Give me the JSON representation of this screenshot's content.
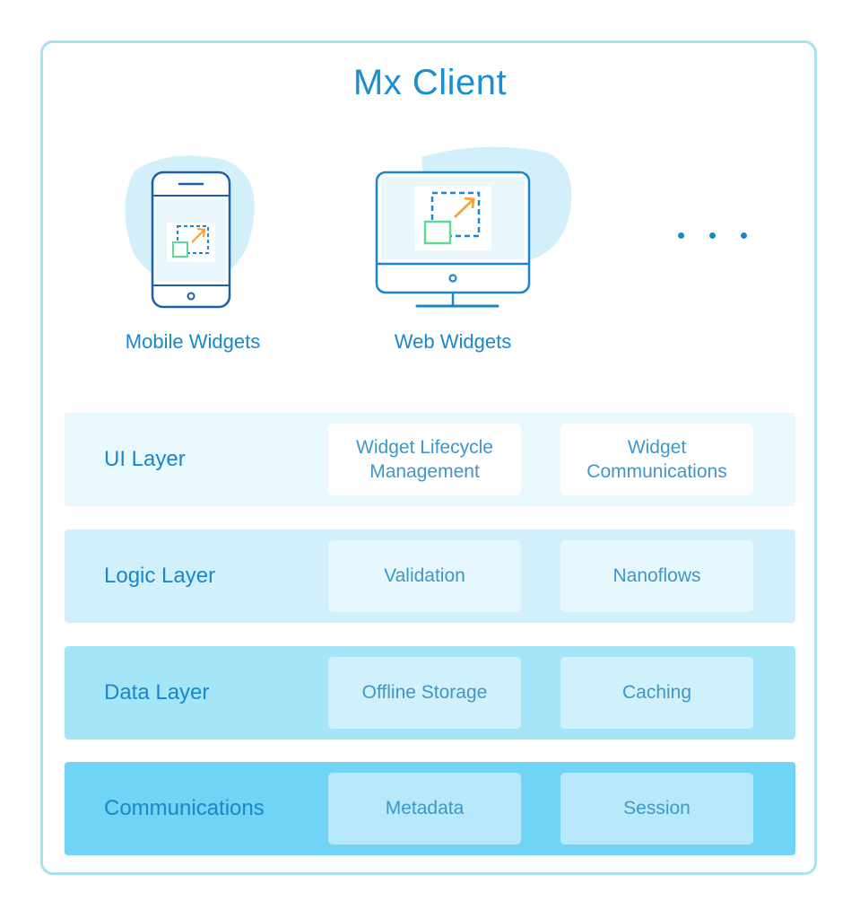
{
  "title": "Mx Client",
  "clients": [
    {
      "label": "Mobile Widgets",
      "icon": "mobile-phone-icon"
    },
    {
      "label": "Web Widgets",
      "icon": "desktop-monitor-icon"
    },
    {
      "label": "",
      "icon": "ellipsis-icon"
    }
  ],
  "colors": {
    "accent": "#1a86cc",
    "frame_border": "#a6e3ee",
    "blob": "#d3eff9",
    "resize_arrow": "#f0a43a",
    "resize_box": "#5ed99a"
  },
  "layers": [
    {
      "name": "UI Layer",
      "bg": "#e9f8fd",
      "cell_bg": "#ffffff",
      "items": [
        "Widget Lifecycle\nManagement",
        "Widget\nCommunications"
      ]
    },
    {
      "name": "Logic Layer",
      "bg": "#d2f0fb",
      "cell_bg": "#e6f7fd",
      "items": [
        "Validation",
        "Nanoflows"
      ]
    },
    {
      "name": "Data Layer",
      "bg": "#a5e5f8",
      "cell_bg": "#d0f1fb",
      "items": [
        "Offline Storage",
        "Caching"
      ]
    },
    {
      "name": "Communications",
      "bg": "#6fd4f5",
      "cell_bg": "#b8e9fa",
      "items": [
        "Metadata",
        "Session"
      ]
    }
  ]
}
